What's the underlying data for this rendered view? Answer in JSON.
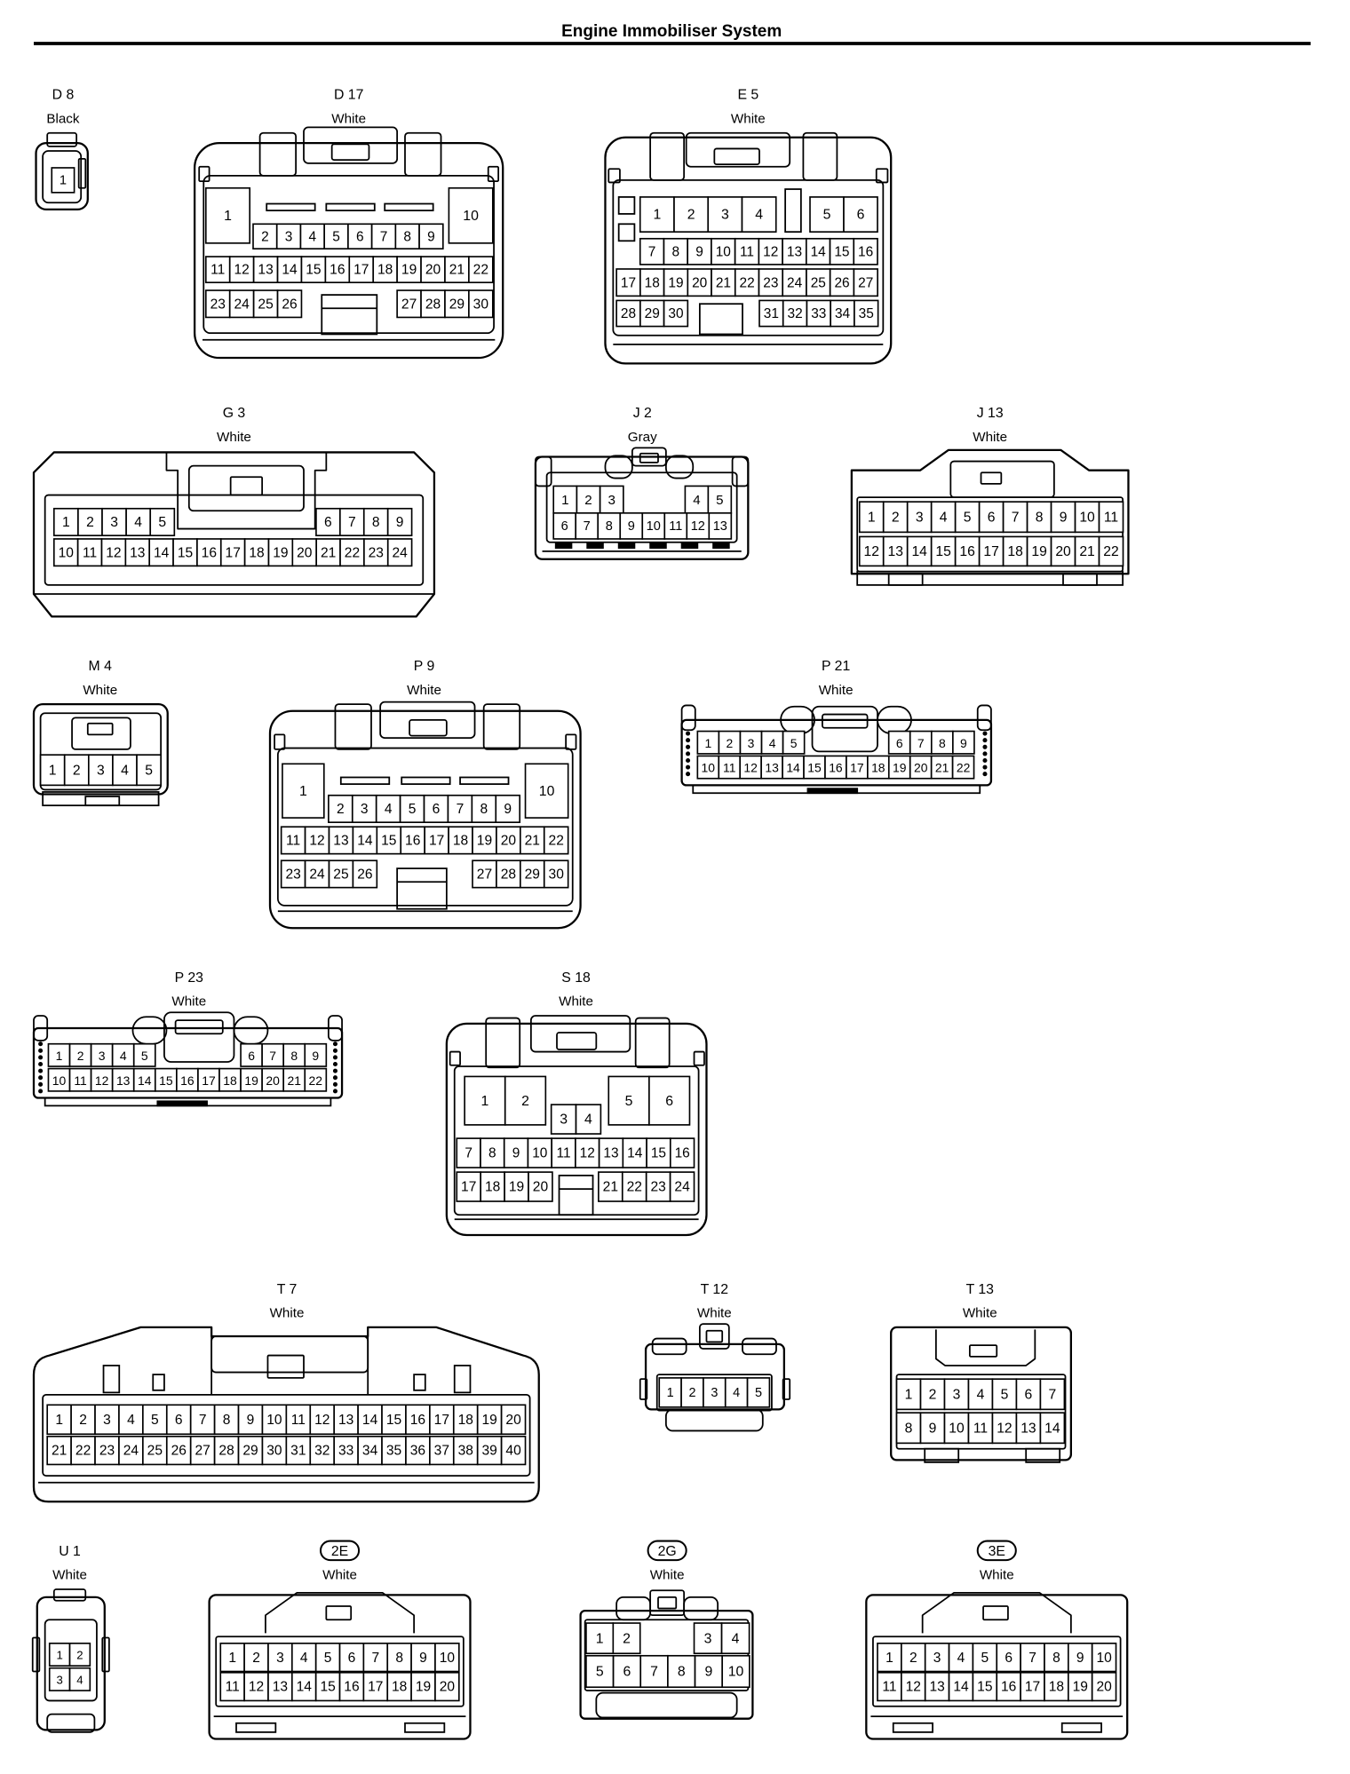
{
  "title": "Engine Immobiliser System",
  "theme": {
    "ink": "#000000",
    "paper": "#ffffff"
  },
  "connectors": [
    {
      "code": "D 8",
      "color": "Black",
      "circled": false,
      "rows": [
        [
          "1"
        ]
      ]
    },
    {
      "code": "D 17",
      "color": "White",
      "circled": false,
      "rows": [
        [
          "1",
          "2",
          "3",
          "4",
          "5",
          "6",
          "7",
          "8",
          "9",
          "10"
        ],
        [
          "11",
          "12",
          "13",
          "14",
          "15",
          "16",
          "17",
          "18",
          "19",
          "20",
          "21",
          "22"
        ],
        [
          "23",
          "24",
          "25",
          "26",
          "27",
          "28",
          "29",
          "30"
        ]
      ]
    },
    {
      "code": "E 5",
      "color": "White",
      "circled": false,
      "rows": [
        [
          "1",
          "2",
          "3",
          "4",
          "5",
          "6"
        ],
        [
          "7",
          "8",
          "9",
          "10",
          "11",
          "12",
          "13",
          "14",
          "15",
          "16"
        ],
        [
          "17",
          "18",
          "19",
          "20",
          "21",
          "22",
          "23",
          "24",
          "25",
          "26",
          "27"
        ],
        [
          "28",
          "29",
          "30",
          "31",
          "32",
          "33",
          "34",
          "35"
        ]
      ]
    },
    {
      "code": "G 3",
      "color": "White",
      "circled": false,
      "rows": [
        [
          "1",
          "2",
          "3",
          "4",
          "5",
          "6",
          "7",
          "8",
          "9"
        ],
        [
          "10",
          "11",
          "12",
          "13",
          "14",
          "15",
          "16",
          "17",
          "18",
          "19",
          "20",
          "21",
          "22",
          "23",
          "24"
        ]
      ]
    },
    {
      "code": "J 2",
      "color": "Gray",
      "circled": false,
      "rows": [
        [
          "1",
          "2",
          "3",
          "4",
          "5"
        ],
        [
          "6",
          "7",
          "8",
          "9",
          "10",
          "11",
          "12",
          "13"
        ]
      ]
    },
    {
      "code": "J 13",
      "color": "White",
      "circled": false,
      "rows": [
        [
          "1",
          "2",
          "3",
          "4",
          "5",
          "6",
          "7",
          "8",
          "9",
          "10",
          "11"
        ],
        [
          "12",
          "13",
          "14",
          "15",
          "16",
          "17",
          "18",
          "19",
          "20",
          "21",
          "22"
        ]
      ]
    },
    {
      "code": "M 4",
      "color": "White",
      "circled": false,
      "rows": [
        [
          "1",
          "2",
          "3",
          "4",
          "5"
        ]
      ]
    },
    {
      "code": "P 9",
      "color": "White",
      "circled": false,
      "rows": [
        [
          "1",
          "2",
          "3",
          "4",
          "5",
          "6",
          "7",
          "8",
          "9",
          "10"
        ],
        [
          "11",
          "12",
          "13",
          "14",
          "15",
          "16",
          "17",
          "18",
          "19",
          "20",
          "21",
          "22"
        ],
        [
          "23",
          "24",
          "25",
          "26",
          "27",
          "28",
          "29",
          "30"
        ]
      ]
    },
    {
      "code": "P 21",
      "color": "White",
      "circled": false,
      "rows": [
        [
          "1",
          "2",
          "3",
          "4",
          "5",
          "6",
          "7",
          "8",
          "9"
        ],
        [
          "10",
          "11",
          "12",
          "13",
          "14",
          "15",
          "16",
          "17",
          "18",
          "19",
          "20",
          "21",
          "22"
        ]
      ]
    },
    {
      "code": "P 23",
      "color": "White",
      "circled": false,
      "rows": [
        [
          "1",
          "2",
          "3",
          "4",
          "5",
          "6",
          "7",
          "8",
          "9"
        ],
        [
          "10",
          "11",
          "12",
          "13",
          "14",
          "15",
          "16",
          "17",
          "18",
          "19",
          "20",
          "21",
          "22"
        ]
      ]
    },
    {
      "code": "S 18",
      "color": "White",
      "circled": false,
      "rows": [
        [
          "1",
          "2",
          "3",
          "4",
          "5",
          "6"
        ],
        [
          "7",
          "8",
          "9",
          "10",
          "11",
          "12",
          "13",
          "14",
          "15",
          "16"
        ],
        [
          "17",
          "18",
          "19",
          "20",
          "21",
          "22",
          "23",
          "24"
        ]
      ]
    },
    {
      "code": "T 7",
      "color": "White",
      "circled": false,
      "rows": [
        [
          "1",
          "2",
          "3",
          "4",
          "5",
          "6",
          "7",
          "8",
          "9",
          "10",
          "11",
          "12",
          "13",
          "14",
          "15",
          "16",
          "17",
          "18",
          "19",
          "20"
        ],
        [
          "21",
          "22",
          "23",
          "24",
          "25",
          "26",
          "27",
          "28",
          "29",
          "30",
          "31",
          "32",
          "33",
          "34",
          "35",
          "36",
          "37",
          "38",
          "39",
          "40"
        ]
      ]
    },
    {
      "code": "T 12",
      "color": "White",
      "circled": false,
      "rows": [
        [
          "1",
          "2",
          "3",
          "4",
          "5"
        ]
      ]
    },
    {
      "code": "T 13",
      "color": "White",
      "circled": false,
      "rows": [
        [
          "1",
          "2",
          "3",
          "4",
          "5",
          "6",
          "7"
        ],
        [
          "8",
          "9",
          "10",
          "11",
          "12",
          "13",
          "14"
        ]
      ]
    },
    {
      "code": "U 1",
      "color": "White",
      "circled": false,
      "rows": [
        [
          "1",
          "2"
        ],
        [
          "3",
          "4"
        ]
      ]
    },
    {
      "code": "2E",
      "color": "White",
      "circled": true,
      "rows": [
        [
          "1",
          "2",
          "3",
          "4",
          "5",
          "6",
          "7",
          "8",
          "9",
          "10"
        ],
        [
          "11",
          "12",
          "13",
          "14",
          "15",
          "16",
          "17",
          "18",
          "19",
          "20"
        ]
      ]
    },
    {
      "code": "2G",
      "color": "White",
      "circled": true,
      "rows": [
        [
          "1",
          "2",
          "3",
          "4"
        ],
        [
          "5",
          "6",
          "7",
          "8",
          "9",
          "10"
        ]
      ]
    },
    {
      "code": "3E",
      "color": "White",
      "circled": true,
      "rows": [
        [
          "1",
          "2",
          "3",
          "4",
          "5",
          "6",
          "7",
          "8",
          "9",
          "10"
        ],
        [
          "11",
          "12",
          "13",
          "14",
          "15",
          "16",
          "17",
          "18",
          "19",
          "20"
        ]
      ]
    }
  ]
}
